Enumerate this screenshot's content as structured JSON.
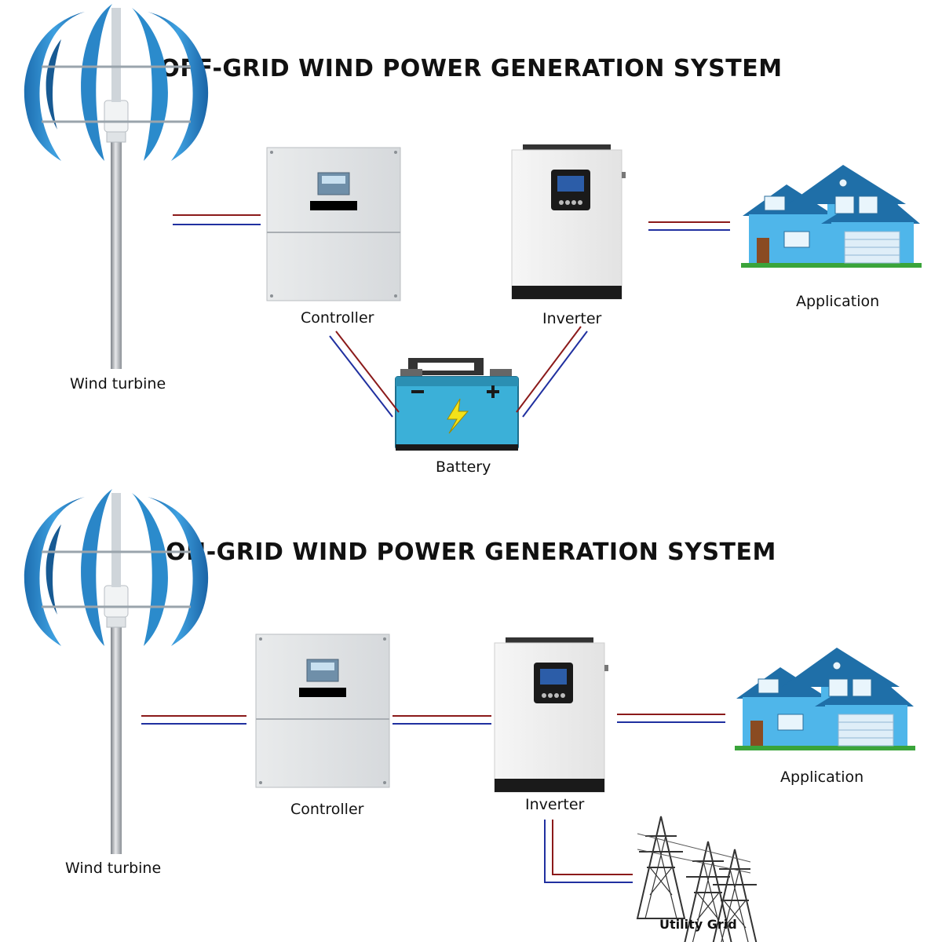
{
  "off_grid": {
    "title": "OFF-GRID WIND POWER GENERATION SYSTEM",
    "labels": {
      "wind_turbine": "Wind turbine",
      "controller": "Controller",
      "inverter": "Inverter",
      "application": "Application",
      "battery": "Battery"
    }
  },
  "on_grid": {
    "title": "ON-GRID WIND POWER GENERATION SYSTEM",
    "labels": {
      "wind_turbine": "Wind turbine",
      "controller": "Controller",
      "inverter": "Inverter",
      "application": "Application",
      "utility_grid": "Utility Grid"
    }
  },
  "colors": {
    "wire_positive": "#8b1a1a",
    "wire_negative": "#2030a0",
    "turbine_blue": "#2f8fd0",
    "house_blue": "#4fb6ea",
    "battery_cyan": "#3bb0d8",
    "lightning_yellow": "#f3e21a",
    "grass_green": "#3aa43a"
  }
}
